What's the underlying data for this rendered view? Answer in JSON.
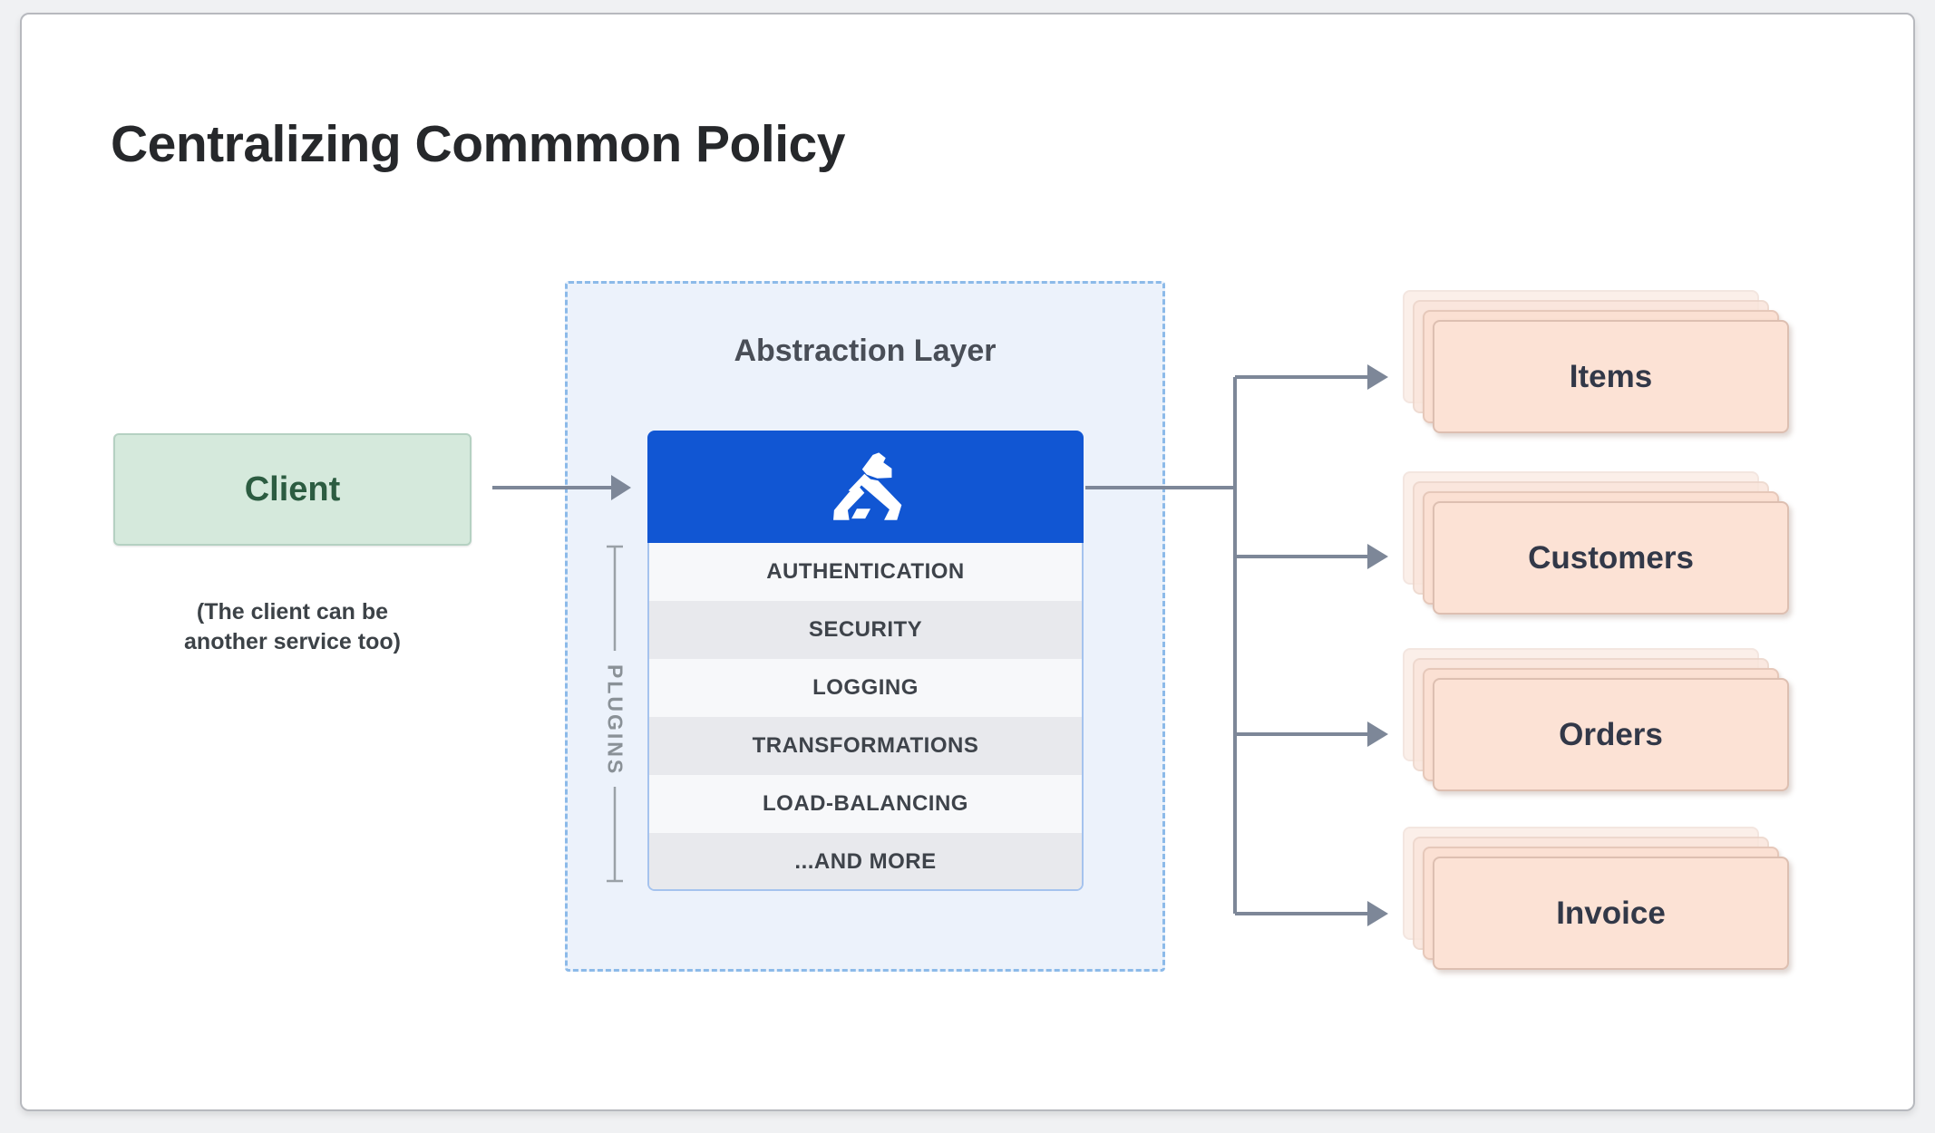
{
  "page": {
    "title": "Centralizing Commmon Policy"
  },
  "client": {
    "label": "Client",
    "caption_line1": "(The client can be",
    "caption_line2": "another service too)"
  },
  "abstraction": {
    "heading": "Abstraction Layer",
    "logo_icon": "kong-gorilla-logo",
    "plugins_label": "PLUGINS",
    "plugins": [
      "AUTHENTICATION",
      "SECURITY",
      "LOGGING",
      "TRANSFORMATIONS",
      "LOAD-BALANCING",
      "...AND MORE"
    ]
  },
  "services": [
    {
      "label": "Items"
    },
    {
      "label": "Customers"
    },
    {
      "label": "Orders"
    },
    {
      "label": "Invoice"
    }
  ],
  "colors": {
    "kong_blue": "#1156d3",
    "client_green_bg": "#d5e9dc",
    "client_green_text": "#2c5c41",
    "service_peach_bg": "#fce2d5",
    "service_peach_border": "#ddbfb1",
    "abstraction_bg": "#ecf2fb",
    "dashed_border_blue": "#8cbae9",
    "arrow_gray": "#7d8798",
    "bracket_gray": "#9aa1a7"
  }
}
